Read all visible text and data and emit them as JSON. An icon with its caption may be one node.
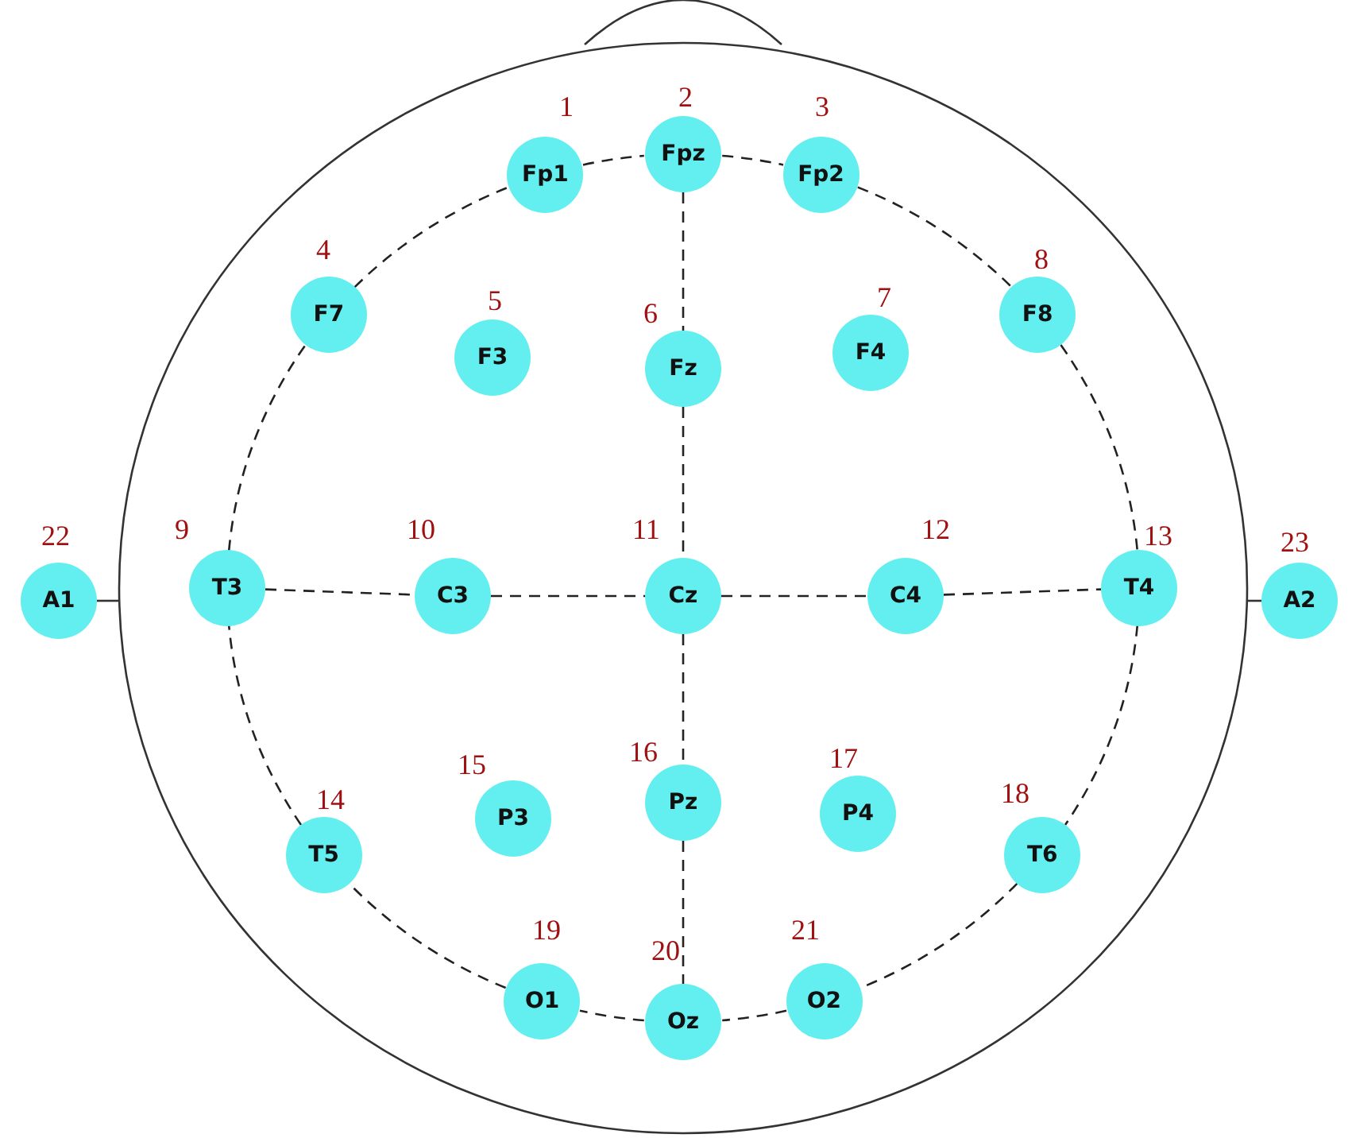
{
  "diagram": {
    "nodes": [
      {
        "text": [
          "Fp1"
        ],
        "beside": [
          "1"
        ]
      },
      {
        "text": [
          "Fpz"
        ],
        "beside": [
          "2"
        ]
      },
      {
        "text": [
          "Fp2"
        ],
        "beside": [
          "3"
        ]
      },
      {
        "text": [
          "F7"
        ],
        "beside": [
          "4"
        ]
      },
      {
        "text": [
          "F3"
        ],
        "beside": [
          "5"
        ]
      },
      {
        "text": [
          "Fz"
        ],
        "beside": [
          "6"
        ]
      },
      {
        "text": [
          "F4"
        ],
        "beside": [
          "7"
        ]
      },
      {
        "text": [
          "F8"
        ],
        "beside": [
          "8"
        ]
      },
      {
        "text": [
          "T3"
        ],
        "beside": [
          "9"
        ]
      },
      {
        "text": [
          "C3"
        ],
        "beside": [
          "10"
        ]
      },
      {
        "text": [
          "Cz"
        ],
        "beside": [
          "11"
        ]
      },
      {
        "text": [
          "C4"
        ],
        "beside": [
          "12"
        ]
      },
      {
        "text": [
          "T4"
        ],
        "beside": [
          "13"
        ]
      },
      {
        "text": [
          "T5"
        ],
        "beside": [
          "14"
        ]
      },
      {
        "text": [
          "P3"
        ],
        "beside": [
          "15"
        ]
      },
      {
        "text": [
          "Pz"
        ],
        "beside": [
          "16"
        ]
      },
      {
        "text": [
          "P4"
        ],
        "beside": [
          "17"
        ]
      },
      {
        "text": [
          "T6"
        ],
        "beside": [
          "18"
        ]
      },
      {
        "text": [
          "O1"
        ],
        "beside": [
          "19"
        ]
      },
      {
        "text": [
          "Oz"
        ],
        "beside": [
          "20"
        ]
      },
      {
        "text": [
          "O2"
        ],
        "beside": [
          "21"
        ]
      },
      {
        "text": [
          "A1"
        ],
        "beside": [
          "22"
        ]
      },
      {
        "text": [
          "A2"
        ],
        "beside": [
          "23"
        ]
      }
    ],
    "edges": [
      {
        "from": 0,
        "to": 1,
        "arrow": "none",
        "style": "dashed"
      },
      {
        "from": 1,
        "to": 2,
        "arrow": "none",
        "style": "dashed"
      },
      {
        "from": 2,
        "to": 7,
        "arrow": "none",
        "style": "dashed"
      },
      {
        "from": 7,
        "to": 12,
        "arrow": "none",
        "style": "dashed"
      },
      {
        "from": 12,
        "to": 17,
        "arrow": "none",
        "style": "dashed"
      },
      {
        "from": 17,
        "to": 20,
        "arrow": "none",
        "style": "dashed"
      },
      {
        "from": 20,
        "to": 19,
        "arrow": "none",
        "style": "dashed"
      },
      {
        "from": 19,
        "to": 18,
        "arrow": "none",
        "style": "dashed"
      },
      {
        "from": 18,
        "to": 13,
        "arrow": "none",
        "style": "dashed"
      },
      {
        "from": 13,
        "to": 8,
        "arrow": "none",
        "style": "dashed"
      },
      {
        "from": 8,
        "to": 3,
        "arrow": "none",
        "style": "dashed"
      },
      {
        "from": 3,
        "to": 0,
        "arrow": "none",
        "style": "dashed"
      },
      {
        "from": 1,
        "to": 5,
        "arrow": "none",
        "style": "dashed"
      },
      {
        "from": 5,
        "to": 10,
        "arrow": "none",
        "style": "dashed"
      },
      {
        "from": 10,
        "to": 15,
        "arrow": "none",
        "style": "dashed"
      },
      {
        "from": 15,
        "to": 19,
        "arrow": "none",
        "style": "dashed"
      },
      {
        "from": 8,
        "to": 9,
        "arrow": "none",
        "style": "dashed"
      },
      {
        "from": 9,
        "to": 10,
        "arrow": "none",
        "style": "dashed"
      },
      {
        "from": 10,
        "to": 11,
        "arrow": "none",
        "style": "dashed"
      },
      {
        "from": 11,
        "to": 12,
        "arrow": "none",
        "style": "dashed"
      }
    ]
  }
}
